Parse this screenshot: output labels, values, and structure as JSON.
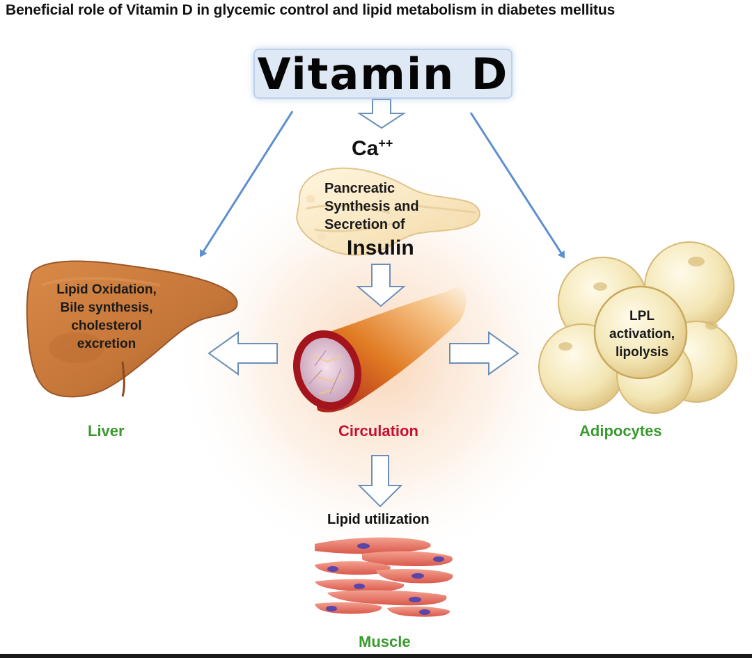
{
  "title": "Beneficial role of Vitamin D in glycemic control and lipid metabolism in diabetes mellitus",
  "vitamin_d": "Vitamin D",
  "calcium": {
    "base": "Ca",
    "charge": "++"
  },
  "pancreas": {
    "lines": [
      "Pancreatic",
      "Synthesis  and",
      "Secretion of"
    ],
    "hormone": "Insulin"
  },
  "liver": {
    "effects": [
      "Lipid Oxidation,",
      "Bile synthesis,",
      "cholesterol",
      "excretion"
    ],
    "label": "Liver"
  },
  "circulation": {
    "label": "Circulation"
  },
  "adipocytes": {
    "effects": [
      "LPL",
      "activation,",
      "lipolysis"
    ],
    "label": "Adipocytes"
  },
  "muscle": {
    "effect": "Lipid utilization",
    "label": "Muscle"
  },
  "colors": {
    "organ_label": "#3a9a2e",
    "circulation_label": "#c8102e",
    "pointer_arrow": "#5b8fcf",
    "liver": "#c97a3c",
    "adipocyte": "#f3e6b4",
    "vessel": "#a3141c"
  }
}
